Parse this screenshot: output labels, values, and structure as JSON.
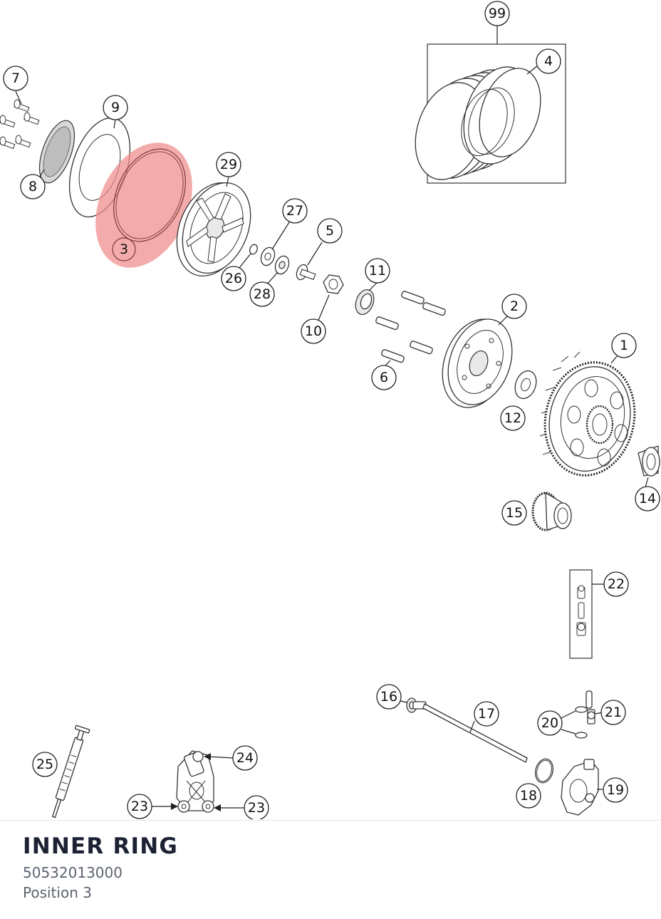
{
  "diagram": {
    "callouts": {
      "c1": "1",
      "c2": "2",
      "c3": "3",
      "c4": "4",
      "c5": "5",
      "c6": "6",
      "c7": "7",
      "c8": "8",
      "c9": "9",
      "c10": "10",
      "c11": "11",
      "c12": "12",
      "c14": "14",
      "c15": "15",
      "c16": "16",
      "c17": "17",
      "c18": "18",
      "c19": "19",
      "c20": "20",
      "c21": "21",
      "c22": "22",
      "c23a": "23",
      "c23b": "23",
      "c24": "24",
      "c25": "25",
      "c26": "26",
      "c27": "27",
      "c28": "28",
      "c29": "29",
      "c99": "99"
    },
    "highlight_color": "#f08a8a"
  },
  "selected_part": {
    "name": "INNER RING",
    "part_number": "50532013000",
    "position_label": "Position 3"
  }
}
